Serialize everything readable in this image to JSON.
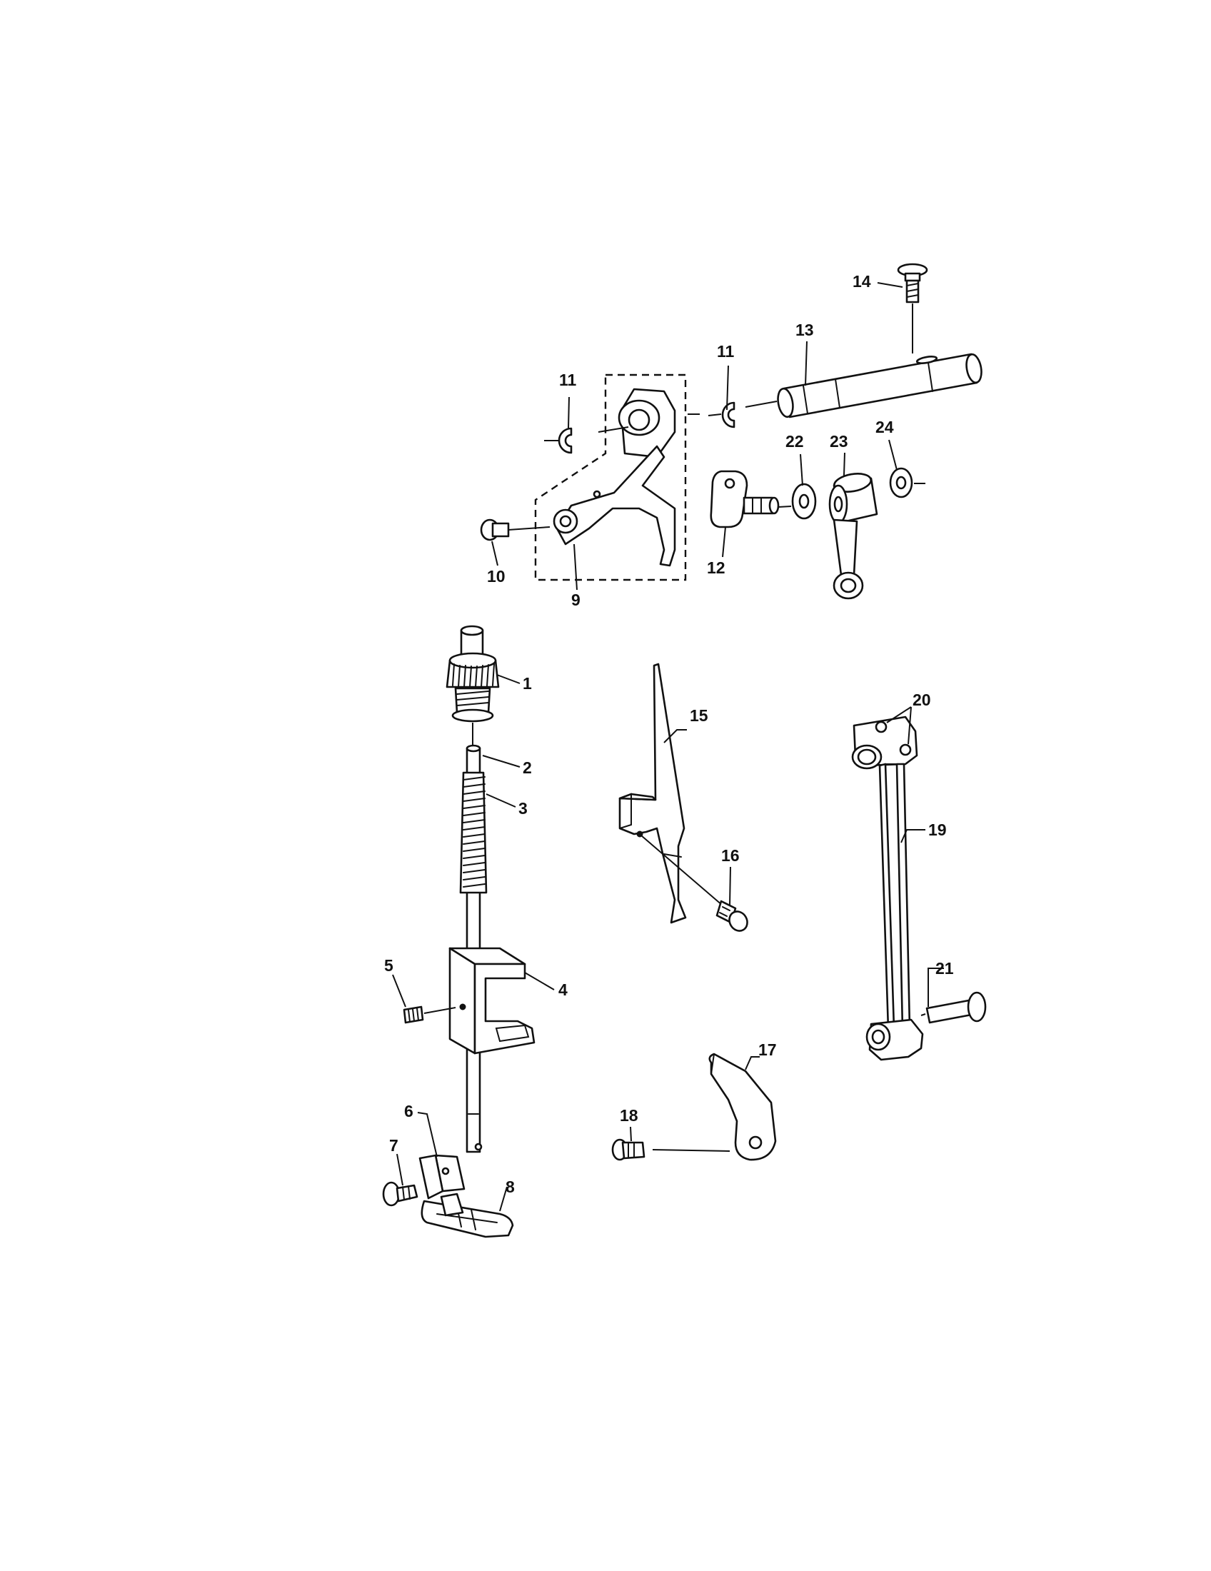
{
  "diagram": {
    "type": "exploded parts diagram",
    "callouts": [
      {
        "id": "c1",
        "label": "1"
      },
      {
        "id": "c2",
        "label": "2"
      },
      {
        "id": "c3",
        "label": "3"
      },
      {
        "id": "c4",
        "label": "4"
      },
      {
        "id": "c5",
        "label": "5"
      },
      {
        "id": "c6",
        "label": "6"
      },
      {
        "id": "c7",
        "label": "7"
      },
      {
        "id": "c8",
        "label": "8"
      },
      {
        "id": "c9",
        "label": "9"
      },
      {
        "id": "c10",
        "label": "10"
      },
      {
        "id": "c11a",
        "label": "11"
      },
      {
        "id": "c11b",
        "label": "11"
      },
      {
        "id": "c12",
        "label": "12"
      },
      {
        "id": "c13",
        "label": "13"
      },
      {
        "id": "c14",
        "label": "14"
      },
      {
        "id": "c15",
        "label": "15"
      },
      {
        "id": "c16",
        "label": "16"
      },
      {
        "id": "c17",
        "label": "17"
      },
      {
        "id": "c18",
        "label": "18"
      },
      {
        "id": "c19",
        "label": "19"
      },
      {
        "id": "c20",
        "label": "20"
      },
      {
        "id": "c21",
        "label": "21"
      },
      {
        "id": "c22",
        "label": "22"
      },
      {
        "id": "c23",
        "label": "23"
      },
      {
        "id": "c24",
        "label": "24"
      }
    ]
  }
}
